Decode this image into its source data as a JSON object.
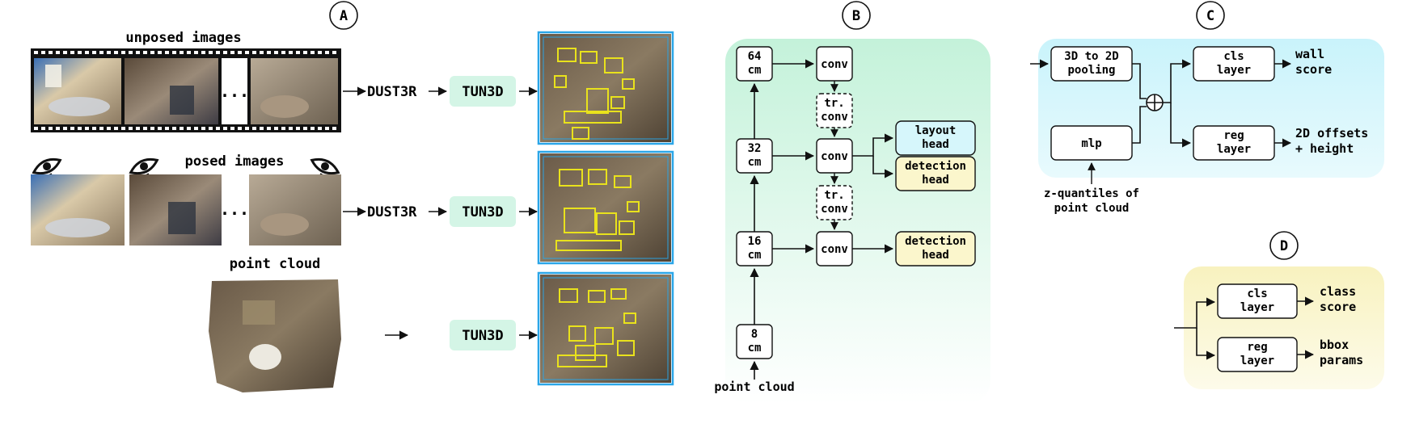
{
  "panels": {
    "A": "A",
    "B": "B",
    "C": "C",
    "D": "D"
  },
  "panel_a": {
    "unposed_title": "unposed images",
    "posed_title": "posed images",
    "point_cloud_title": "point cloud",
    "ellipsis": "...",
    "dust3r": "DUST3R",
    "tun3d": "TUN3D"
  },
  "panel_b": {
    "scales": [
      "64\ncm",
      "32\ncm",
      "16\ncm",
      "8\ncm"
    ],
    "conv": "conv",
    "tr_conv": "tr.\nconv",
    "layout_head": "layout\nhead",
    "detection_head": "detection\nhead",
    "input": "point cloud"
  },
  "panel_c": {
    "pooling": "3D to 2D\npooling",
    "mlp": "mlp",
    "cls_layer": "cls\nlayer",
    "reg_layer": "reg\nlayer",
    "wall_score": "wall\nscore",
    "offsets": "2D offsets\n+ height",
    "zq": "z-quantiles of\npoint cloud"
  },
  "panel_d": {
    "cls_layer": "cls\nlayer",
    "reg_layer": "reg\nlayer",
    "class_score": "class\nscore",
    "bbox_params": "bbox\nparams"
  },
  "colors": {
    "tun3d_fill": "#d4f5e6",
    "layout_head_fill": "#d6f6fb",
    "detection_head_fill": "#fbf6cc",
    "panel_b_bg": "#c8f3dd",
    "panel_c_bg": "#ccf3fb",
    "panel_d_bg": "#faf5c4",
    "bbox_yellow": "#e9e21c",
    "bbox_blue": "#2ba6e8"
  }
}
